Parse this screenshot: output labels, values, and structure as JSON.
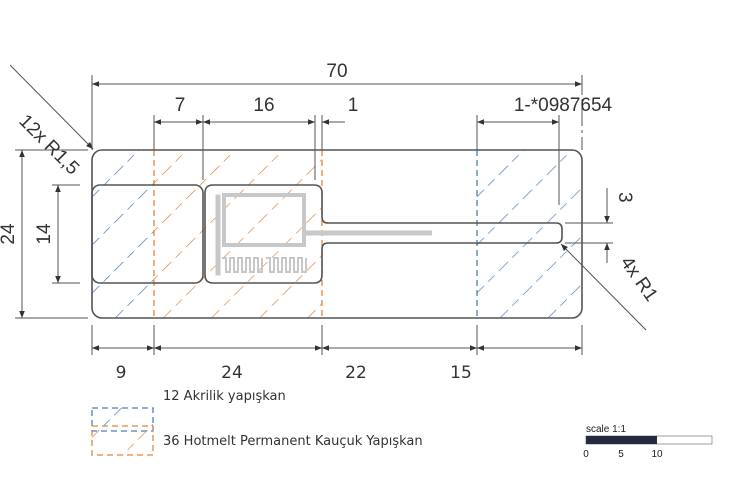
{
  "drawing": {
    "dimensions": {
      "overall_width": "70",
      "segment_a": "7",
      "segment_b": "16",
      "segment_c": "1",
      "part_code": "1-*0987654",
      "height": "24",
      "inner_height": "14",
      "slot_height": "3",
      "corner_radius_outer": "12x R1,5",
      "corner_radius_slot": "4x R1",
      "bottom": [
        "9",
        "24",
        "22",
        "15"
      ]
    },
    "colors": {
      "acrylic": "#4a7fc1",
      "hotmelt": "#e8843a",
      "outline": "#555555"
    }
  },
  "legend": {
    "items": [
      {
        "label": "12 Akrilik yapışkan",
        "color": "#4a7fc1"
      },
      {
        "label": "36 Hotmelt Permanent Kauçuk Yapışkan",
        "color": "#e8843a"
      }
    ]
  },
  "scale": {
    "label": "scale 1:1",
    "ticks": [
      "0",
      "5",
      "10"
    ]
  }
}
